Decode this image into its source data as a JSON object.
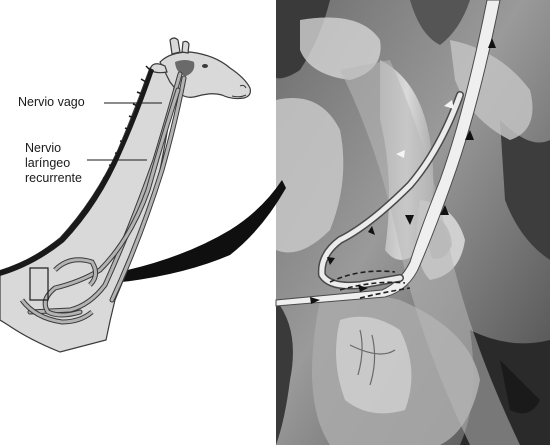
{
  "labels": {
    "vagus": "Nervio vago",
    "laryngeal_line1": "Nervio",
    "laryngeal_line2": "laríngeo",
    "laryngeal_line3": "recurrente"
  },
  "colors": {
    "giraffe_fill": "#d9d9d9",
    "nerve_fill": "#b3b3b3",
    "outline": "#3a3a3a",
    "mane": "#1a1a1a",
    "photo_dark": "#2e2e2e",
    "photo_mid": "#7d7d7d",
    "photo_light": "#cfcfcf",
    "nerve_highlight": "#f2f2f2"
  },
  "icons": {
    "arrow": "arrow-icon"
  }
}
